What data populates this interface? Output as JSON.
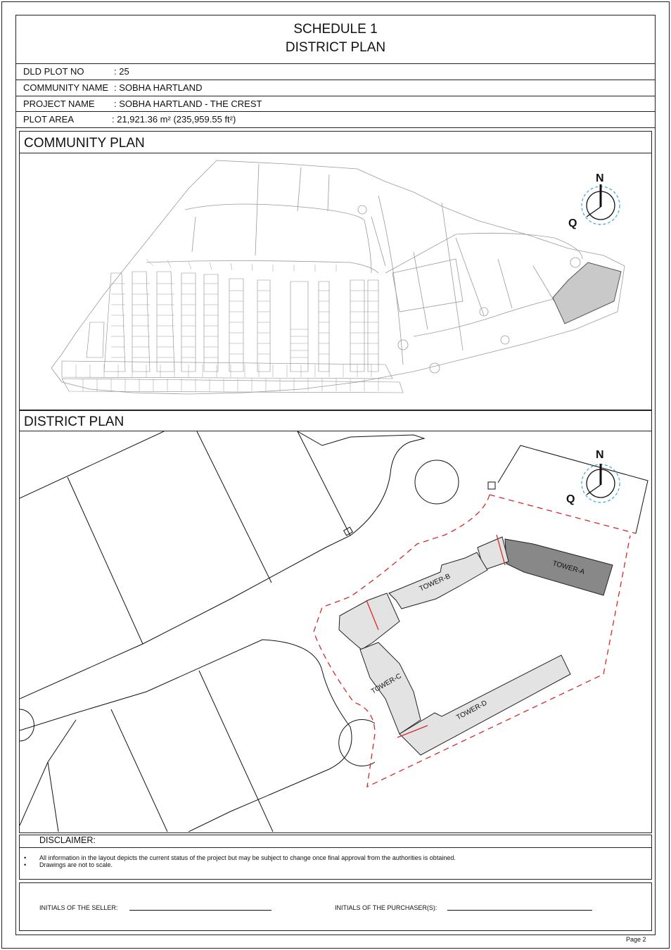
{
  "header": {
    "title_line1": "SCHEDULE 1",
    "title_line2": "DISTRICT PLAN"
  },
  "info": [
    {
      "label": "DLD PLOT NO",
      "value": ":  25"
    },
    {
      "label": "COMMUNITY NAME",
      "value": ":  SOBHA HARTLAND"
    },
    {
      "label": "PROJECT NAME",
      "value": ":  SOBHA HARTLAND - THE CREST"
    },
    {
      "label": "PLOT AREA",
      "value": ":  21,921.36 m² (235,959.55 ft²)"
    }
  ],
  "community_plan": {
    "title": "COMMUNITY PLAN",
    "compass_north": "N",
    "compass_q": "Q"
  },
  "district_plan": {
    "title": "DISTRICT PLAN",
    "compass_north": "N",
    "compass_q": "Q",
    "towers": [
      "TOWER-A",
      "TOWER-B",
      "TOWER-C",
      "TOWER-D"
    ]
  },
  "disclaimer": {
    "heading": "DISCLAIMER:",
    "items": [
      "All information in the layout depicts the current status of the project but may be subject to change once final approval from the authorities is obtained.",
      "Drawings are not to scale."
    ],
    "bullet": "•"
  },
  "signatures": {
    "seller_label": "INITIALS OF THE SELLER:",
    "purchaser_label": "INITIALS OF THE PURCHASER(S):"
  },
  "footer": {
    "page": "Page 2"
  }
}
